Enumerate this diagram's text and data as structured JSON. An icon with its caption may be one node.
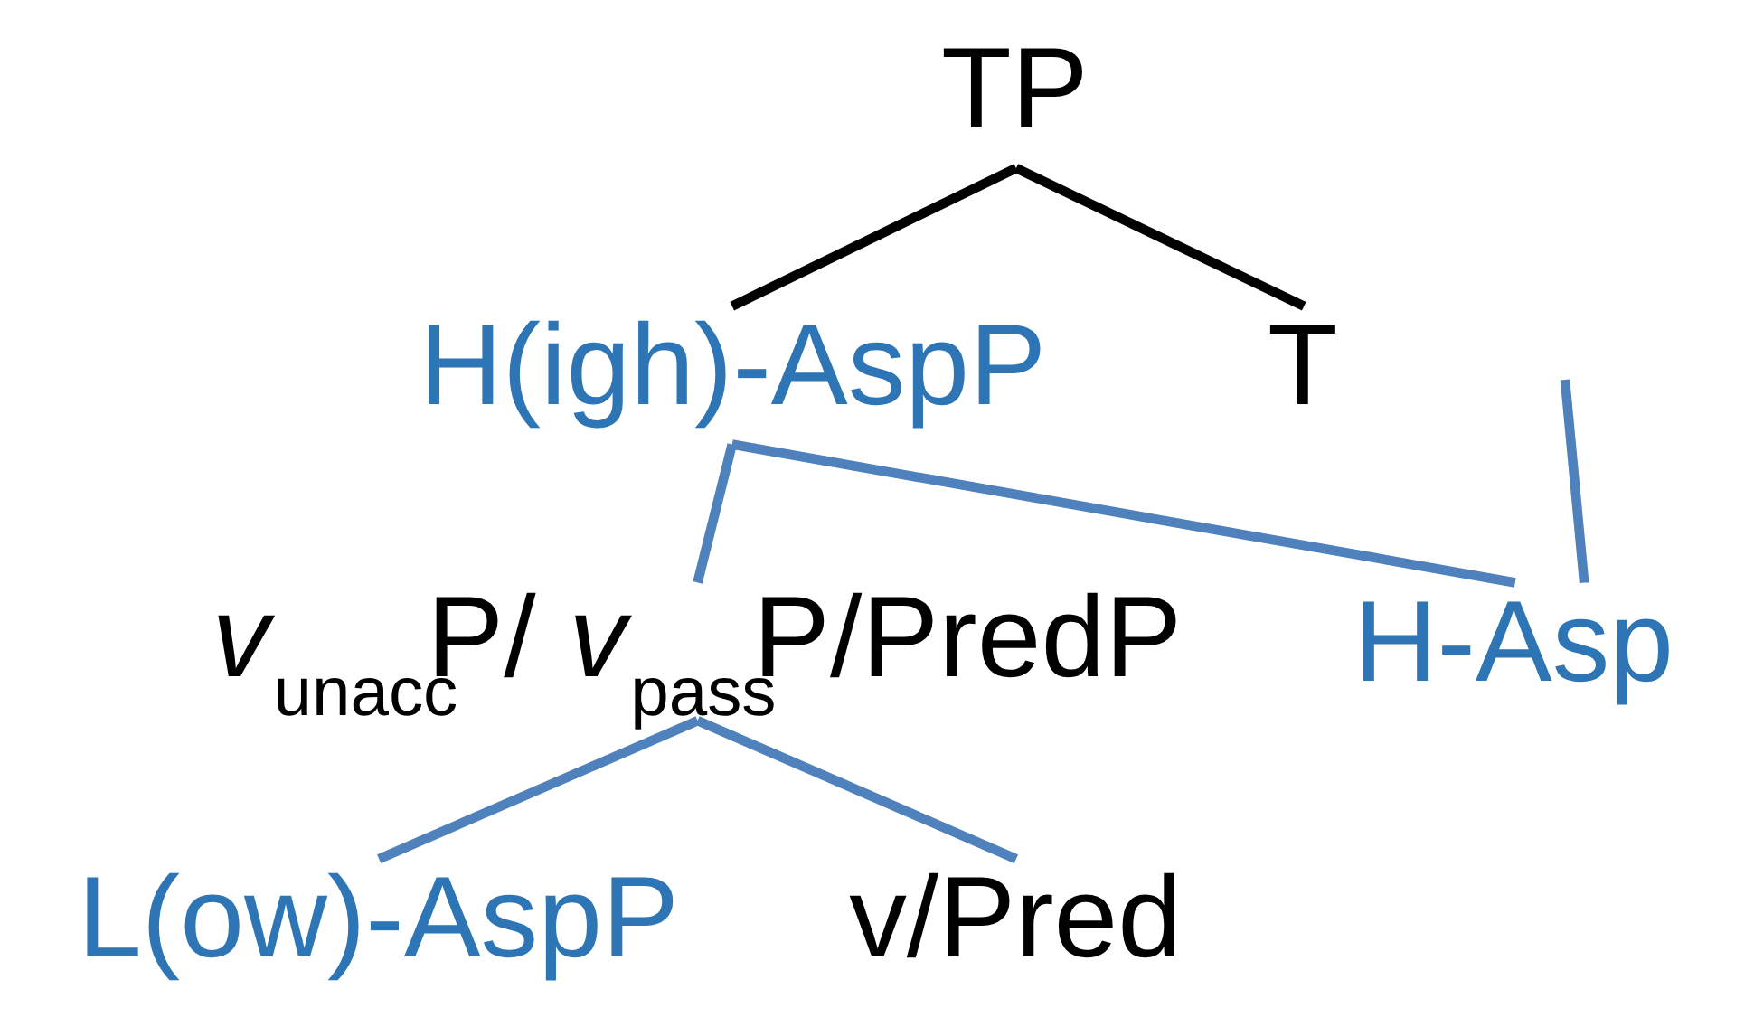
{
  "diagram": {
    "nodes": [
      {
        "text": [
          "TP"
        ]
      },
      {
        "text": [
          "H(igh)-AspP"
        ]
      },
      {
        "text": [
          "T"
        ]
      },
      {
        "text": [
          "*v*$_{unacc}$P/ *v*$_{pass}$P/PredP"
        ]
      },
      {
        "text": [
          "H-Asp"
        ]
      },
      {
        "text": [
          "L(ow)-AspP"
        ]
      },
      {
        "text": [
          "v/Pred"
        ]
      }
    ],
    "edges": [
      {
        "from": 0,
        "to": 1,
        "arrow": "none",
        "color": "#000000"
      },
      {
        "from": 0,
        "to": 2,
        "arrow": "none",
        "color": "#000000"
      },
      {
        "from": 1,
        "to": 3,
        "arrow": "none"
      },
      {
        "from": 1,
        "to": 4,
        "arrow": "none"
      },
      {
        "from": 3,
        "to": 5,
        "arrow": "none"
      },
      {
        "from": 3,
        "to": 6,
        "arrow": "none"
      },
      {
        "from": null,
        "to": 4,
        "arrow": "none"
      }
    ]
  }
}
